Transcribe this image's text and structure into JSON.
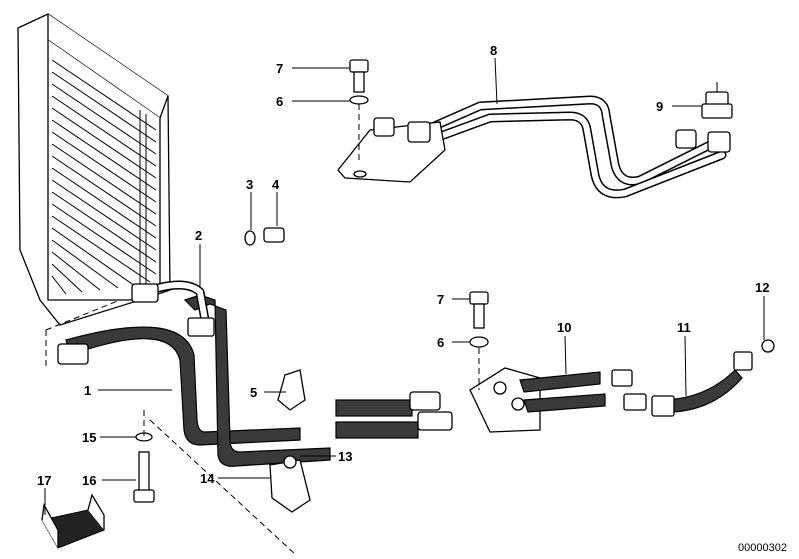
{
  "labels": {
    "p1": "1",
    "p2": "2",
    "p3": "3",
    "p4": "4",
    "p5": "5",
    "p6a": "6",
    "p6b": "6",
    "p7a": "7",
    "p7b": "7",
    "p8": "8",
    "p9": "9",
    "p10": "10",
    "p11": "11",
    "p12": "12",
    "p13": "13",
    "p14": "14",
    "p15": "15",
    "p16": "16",
    "p17": "17"
  },
  "document_number": "00000302"
}
